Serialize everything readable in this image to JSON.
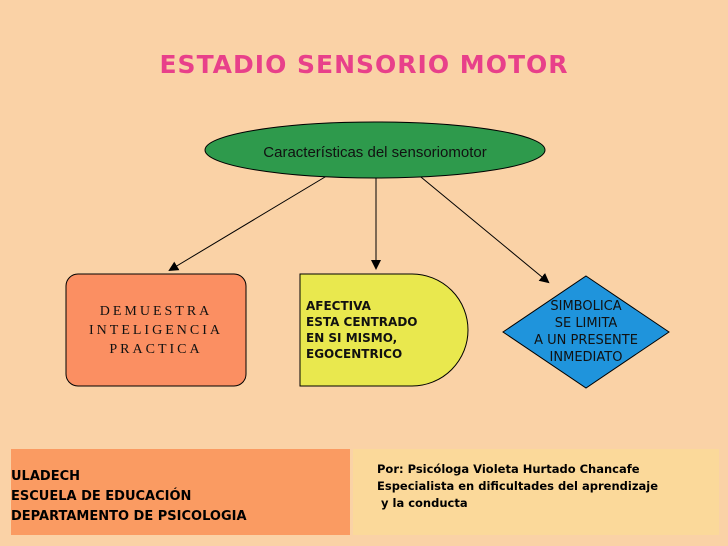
{
  "title": "ESTADIO SENSORIO MOTOR",
  "central": "Características del sensoriomotor",
  "branches": [
    {
      "lines": [
        "DEMUESTRA",
        "INTELIGENCIA",
        "PRACTICA"
      ]
    },
    {
      "lines": [
        "AFECTIVA",
        "ESTA CENTRADO",
        "EN SI MISMO,",
        "EGOCENTRICO"
      ]
    },
    {
      "lines": [
        "SIMBOLICA",
        "SE LIMITA",
        "A UN PRESENTE",
        "INMEDIATO"
      ]
    }
  ],
  "footer": {
    "left": [
      "ULADECH",
      "ESCUELA DE EDUCACIÓN",
      "DEPARTAMENTO DE PSICOLOGIA"
    ],
    "right": [
      "Por: Psicóloga Violeta Hurtado Chancafe",
      "Especialista en dificultades del aprendizaje",
      " y la conducta"
    ]
  },
  "colors": {
    "background": "#fad2a6",
    "title": "#e8408a",
    "ellipse": "#2e9a4c",
    "box1": "#fb8f62",
    "box2": "#e9e84e",
    "box3": "#1f94dc",
    "footer_left": "#fa9b62",
    "footer_right": "#fbd99a"
  }
}
